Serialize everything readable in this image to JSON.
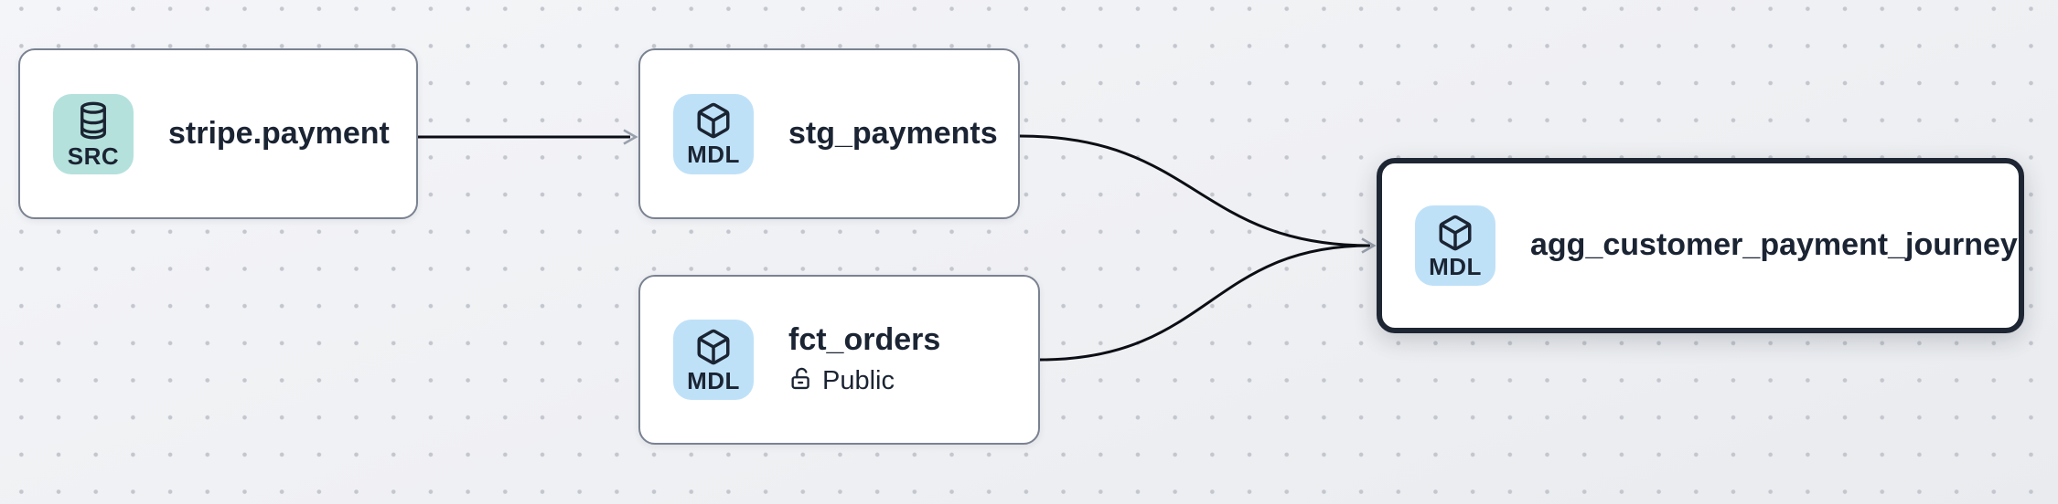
{
  "app": {
    "view": "lineage-graph"
  },
  "canvas": {
    "background": "#f1f2f5",
    "dot_color": "#c3c6ce",
    "edge_color": "#0b0e14",
    "arrowhead_color": "#98a0ac",
    "node_background": "#ffffff",
    "node_border": "#7a8291",
    "selected_node_border": "#1e2633",
    "text_color": "#1b2433"
  },
  "badge_types": {
    "source": {
      "label": "SRC",
      "background": "#b5e1dd",
      "icon": "database-icon"
    },
    "model": {
      "label": "MDL",
      "background": "#bfe1f8",
      "icon": "cube-icon"
    }
  },
  "nodes": [
    {
      "id": "stripe.payment",
      "title": "stripe.payment",
      "badge": "SRC",
      "type": "source",
      "selected": false
    },
    {
      "id": "stg_payments",
      "title": "stg_payments",
      "badge": "MDL",
      "type": "model",
      "selected": false
    },
    {
      "id": "fct_orders",
      "title": "fct_orders",
      "badge": "MDL",
      "type": "model",
      "access": "Public",
      "selected": false
    },
    {
      "id": "agg_customer_payment_journey",
      "title": "agg_customer_payment_journey",
      "badge": "MDL",
      "type": "model",
      "selected": true
    }
  ],
  "edges": [
    {
      "from": "stripe.payment",
      "to": "stg_payments"
    },
    {
      "from": "stg_payments",
      "to": "agg_customer_payment_journey"
    },
    {
      "from": "fct_orders",
      "to": "agg_customer_payment_journey"
    }
  ]
}
